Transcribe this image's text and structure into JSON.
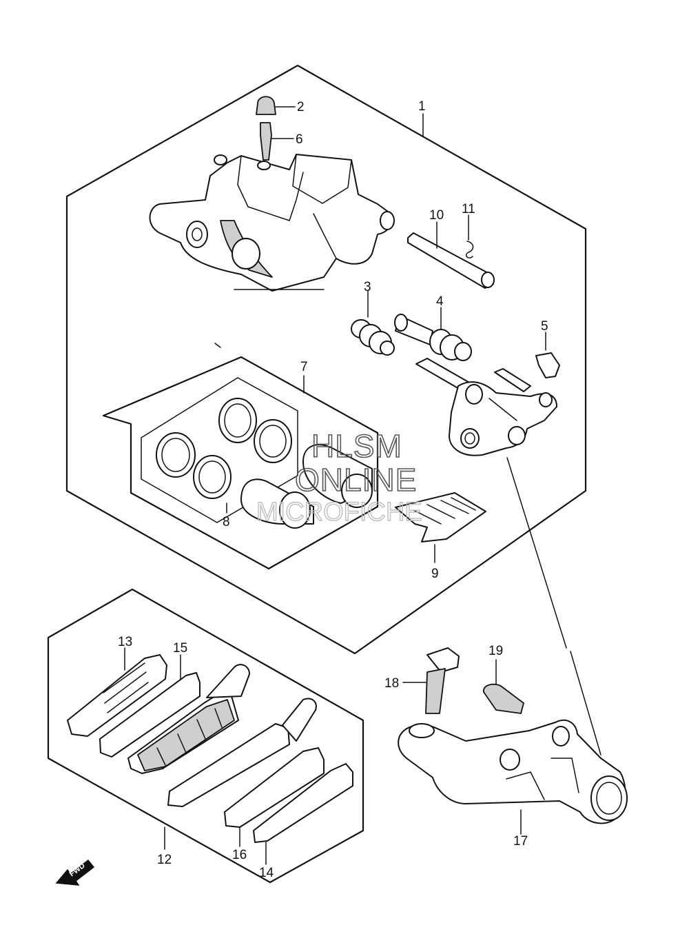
{
  "callouts": [
    "1",
    "2",
    "3",
    "4",
    "5",
    "6",
    "7",
    "8",
    "9",
    "10",
    "11",
    "12",
    "13",
    "14",
    "15",
    "16",
    "17",
    "18",
    "19"
  ],
  "watermark": {
    "line1": "HLSM",
    "line2": "ONLINE",
    "line3": "MICROFICHE"
  },
  "direction_badge": "FWD",
  "colors": {
    "line": "#111111",
    "watermark": "#555555",
    "watermark_faint": "#bdbdbd"
  }
}
